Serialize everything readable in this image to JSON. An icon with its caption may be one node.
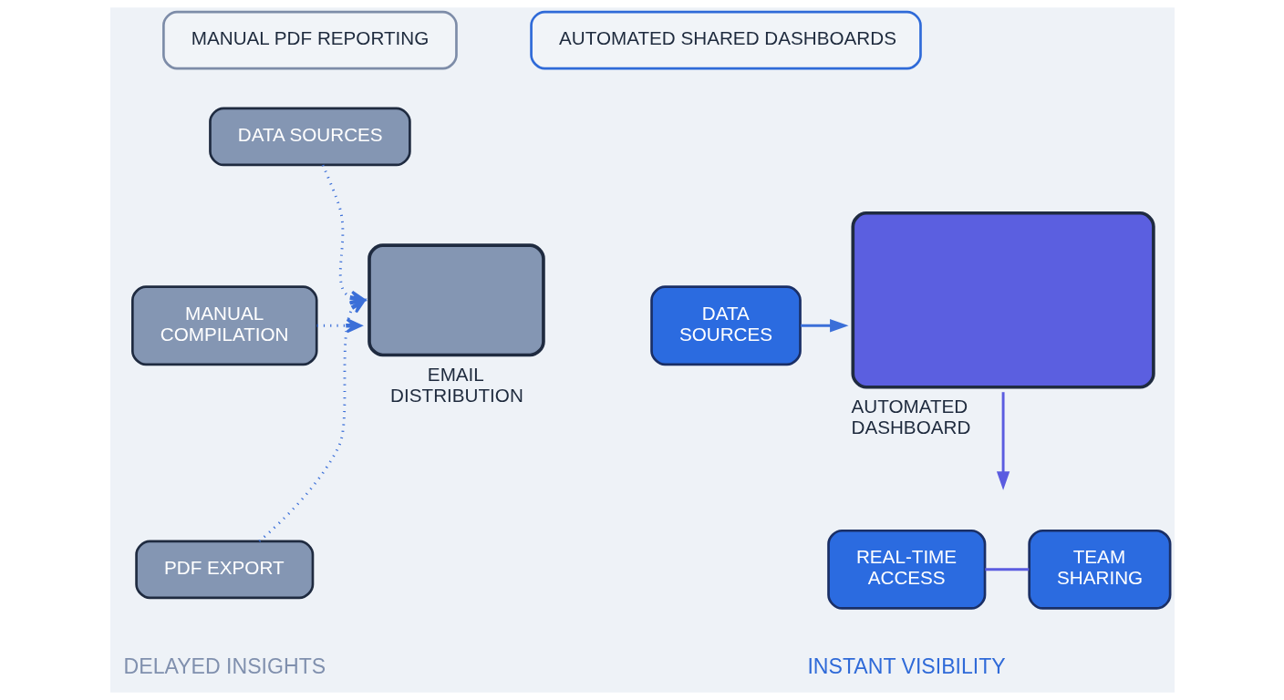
{
  "diagram": {
    "nodes": [
      {
        "text": [
          "MANUAL PDF REPORTING"
        ]
      },
      {
        "text": [
          "DATA SOURCES"
        ]
      },
      {
        "text": [
          "MANUAL COMPILATION"
        ]
      },
      {
        "text": [
          "PDF EXPORT"
        ]
      },
      {
        "text": [],
        "shape": "box",
        "beside": [
          "EMAIL DISTRIBUTION"
        ]
      },
      {
        "text": [
          "AUTOMATED SHARED DASHBOARDS"
        ]
      },
      {
        "text": [
          "DATA SOURCES"
        ]
      },
      {
        "text": [],
        "shape": "box",
        "beside": [
          "AUTOMATED DASHBOARD"
        ]
      },
      {
        "text": [
          "REAL-TIME ACCESS"
        ]
      },
      {
        "text": [
          "TEAM SHARING"
        ]
      }
    ],
    "edges": [
      {
        "from": 1,
        "to": 4,
        "arrow": "to",
        "style": "dashed"
      },
      {
        "from": 2,
        "to": 4,
        "arrow": "to",
        "style": "dashed"
      },
      {
        "from": 3,
        "to": 4,
        "arrow": "to",
        "style": "dashed"
      },
      {
        "from": 6,
        "to": 7,
        "arrow": "to"
      },
      {
        "from": 7,
        "to": null,
        "arrow": "to",
        "color": "#5b5ce0"
      },
      {
        "from": 8,
        "to": 9,
        "arrow": "none",
        "color": "#5b5ce0"
      }
    ],
    "labels": [
      "DELAYED INSIGHTS",
      "INSTANT VISIBILITY"
    ]
  }
}
